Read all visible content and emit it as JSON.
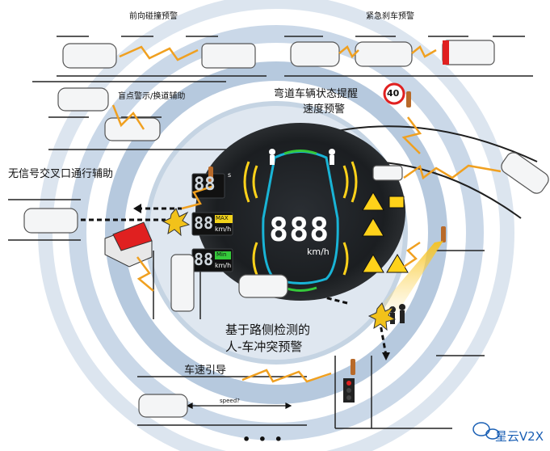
{
  "labels": {
    "fcw": "前向碰撞预警",
    "eebl": "紧急刹车预警",
    "bsw": "盲点警示/换道辅助",
    "curve": "弯道车辆状态提醒",
    "speed_warn": "速度预警",
    "intersection": "无信号交叉口通行辅助",
    "roadside_line1": "基于路侧检测的",
    "roadside_line2": "人-车冲突预警",
    "speed_guide": "车速引导",
    "speed_q": "speed?",
    "more": "• • •"
  },
  "hud": {
    "speed": "888",
    "unit": "km/h",
    "side_speed": "88",
    "max_badge": "MAX",
    "min_badge": "Min",
    "small_unit": "km/h",
    "seconds_unit": "s",
    "sign_value": "40"
  },
  "watermark": "星云V2X",
  "colors": {
    "ring": "#a9c0d8",
    "hud_bg": "#1c1f22",
    "lightning": "#f0a020",
    "accent_cyan": "#19b4d6",
    "warn_yellow": "#ffd21a",
    "max_yellow": "#f2d31b",
    "min_green": "#35c93b",
    "danger_red": "#e02020"
  }
}
